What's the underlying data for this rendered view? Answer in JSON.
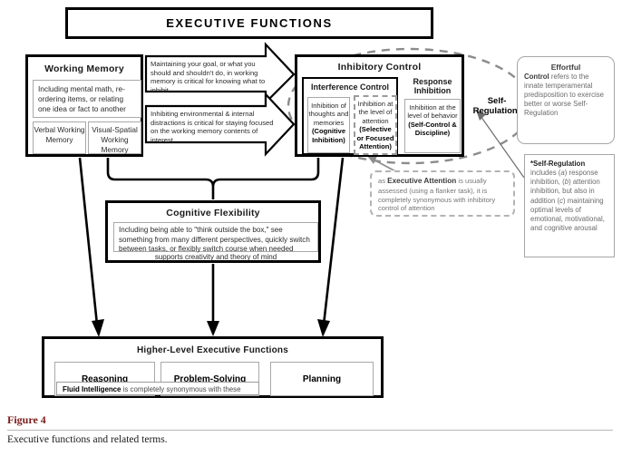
{
  "banner": {
    "title": "EXECUTIVE FUNCTIONS"
  },
  "working_memory": {
    "title": "Working Memory",
    "description": "Including mental math, re-ordering items, or relating one idea or fact to another",
    "verbal": "Verbal Working Memory",
    "visual_spatial": "Visual-Spatial Working Memory"
  },
  "connector_arrows": {
    "arrow_top_text": "Maintaining your goal, or what you should and shouldn't do, in working memory is critical for knowing what to inhibit",
    "arrow_bottom_text": "Inhibiting environmental & internal distractions is critical for staying focused on the working memory contents of interest"
  },
  "inhibitory_control": {
    "title": "Inhibitory Control",
    "interference_control": {
      "title": "Interference Control",
      "thoughts_box": {
        "line": "Inhibition of thoughts and memories",
        "bold": "(Cognitive Inhibition)"
      },
      "attention_box": {
        "line": "Inhibition at the level of attention",
        "bold": "(Selective or Focused Attention)"
      }
    },
    "response_inhibition": {
      "title": "Response Inhibition",
      "line": "Inhibition at the level of behavior",
      "bold": "(Self-Control & Discipline)"
    }
  },
  "self_regulation_label": "Self-Regulation*",
  "effortful_control": {
    "head": "Effortful",
    "bold_lead": "Control",
    "body": " refers to the innate temperamental predisposition to exercise better or worse Self-Regulation"
  },
  "self_regulation_note": {
    "bold_lead": "*Self-Regulation",
    "body_1": " includes (",
    "italic_a": "a",
    "body_2": ") response inhibition, (",
    "italic_b": "b",
    "body_3": ") attention inhibition, but also in addition (",
    "italic_c": "c",
    "body_4": ") maintaining optimal levels of emotional, motivational, and cognitive arousal"
  },
  "executive_attention_note": {
    "lead": "as ",
    "bold": "Executive Attention",
    "body": " is usually assessed (using a flanker task), it is completely synonymous with inhibitory control of attention"
  },
  "cognitive_flexibility": {
    "title": "Cognitive Flexibility",
    "description": "Including being able to \"think outside the box,\" see something from many different perspectives, quickly switch between tasks, or flexibly switch course when needed",
    "support": "supports creativity and theory of mind"
  },
  "higher_level": {
    "title": "Higher-Level Executive Functions",
    "cells": [
      {
        "label": "Reasoning"
      },
      {
        "label": "Problem-Solving"
      },
      {
        "label": "Planning"
      }
    ],
    "fluid_intelligence_bold": "Fluid Intelligence",
    "fluid_intelligence_rest": " is completely synonymous with these"
  },
  "caption": {
    "figure_number": "Figure 4",
    "text": "Executive functions and related terms."
  },
  "colors": {
    "ink": "#000000",
    "grey_border": "#a9a9a9",
    "dashed_grey": "#9a9a9a",
    "note_grey": "#6b6b6b",
    "caption_red": "#7b1a1a",
    "background": "#ffffff"
  }
}
